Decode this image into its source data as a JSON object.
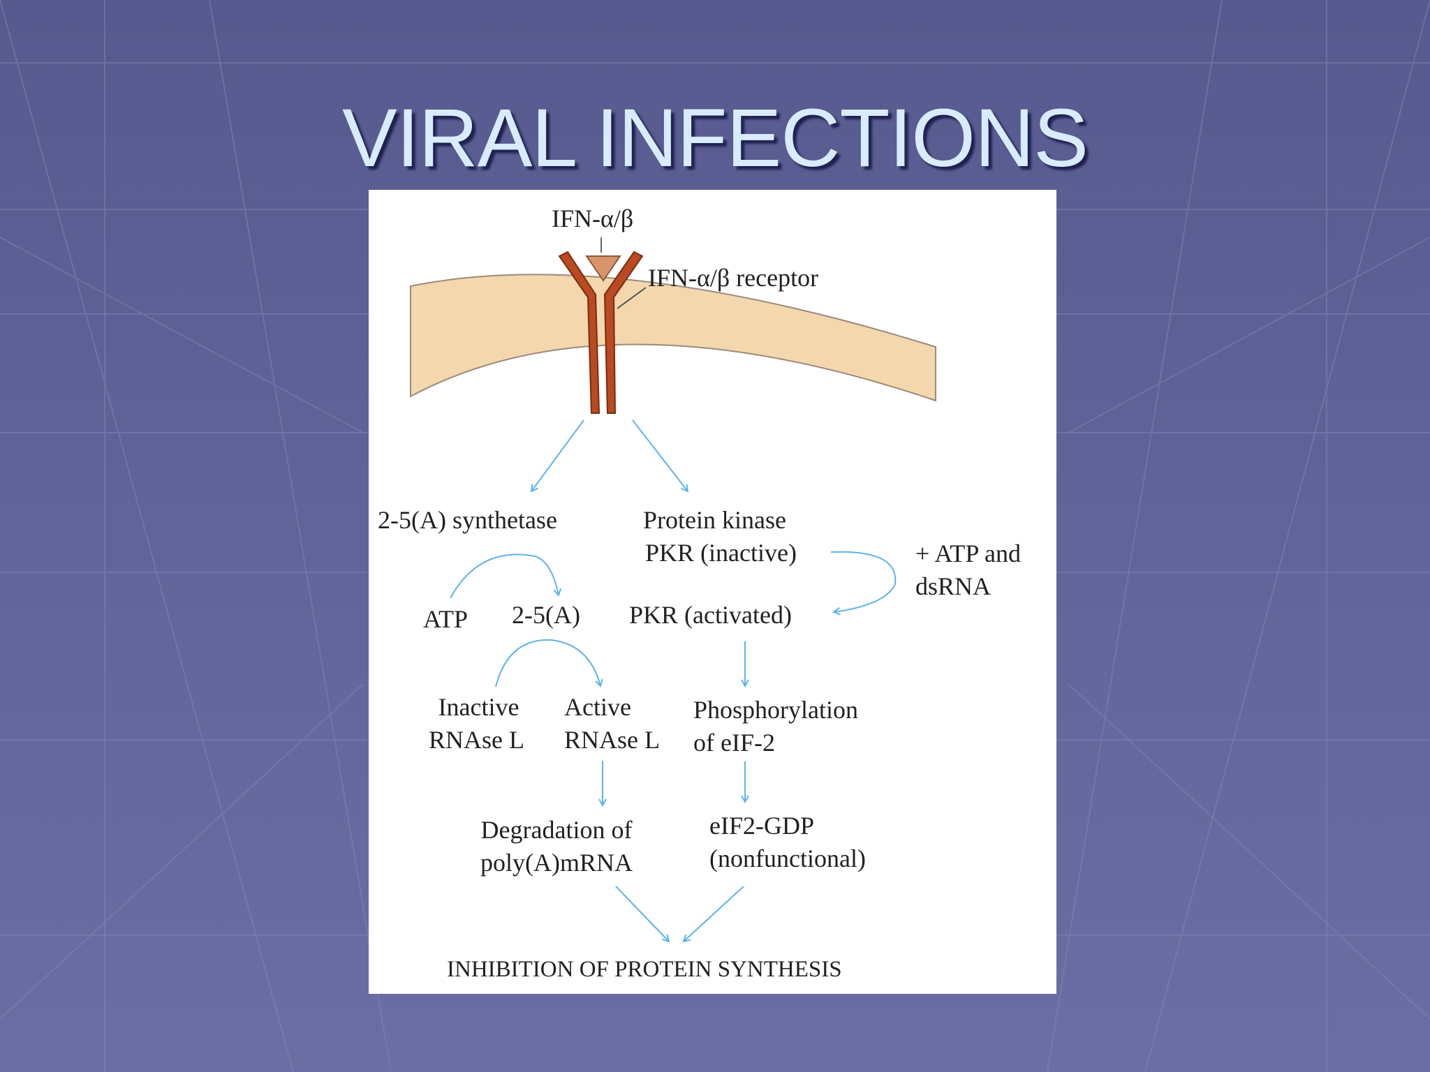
{
  "slide": {
    "title": "VIRAL INFECTIONS"
  },
  "diagram": {
    "ligand_label": "IFN-α/β",
    "receptor_label": "IFN-α/β receptor",
    "left_branch": {
      "enzyme": "2-5(A) synthetase",
      "substrate": "ATP",
      "product": "2-5(A)",
      "inactive_rnase": [
        "Inactive",
        "RNAse L"
      ],
      "active_rnase": [
        "Active",
        "RNAse L"
      ],
      "effect": [
        "Degradation of",
        "poly(A)mRNA"
      ]
    },
    "right_branch": {
      "enzyme": [
        "Protein kinase",
        "PKR (inactive)"
      ],
      "cofactor": [
        "+ ATP and",
        "dsRNA"
      ],
      "activated": "PKR (activated)",
      "step": [
        "Phosphorylation",
        "of eIF-2"
      ],
      "effect": [
        "eIF2-GDP",
        "(nonfunctional)"
      ]
    },
    "outcome": "INHIBITION OF PROTEIN SYNTHESIS",
    "colors": {
      "membrane": "#f5d7ad",
      "receptor": "#b94a21",
      "ligand": "#d9956a",
      "arrow": "#5eb3e6"
    }
  }
}
